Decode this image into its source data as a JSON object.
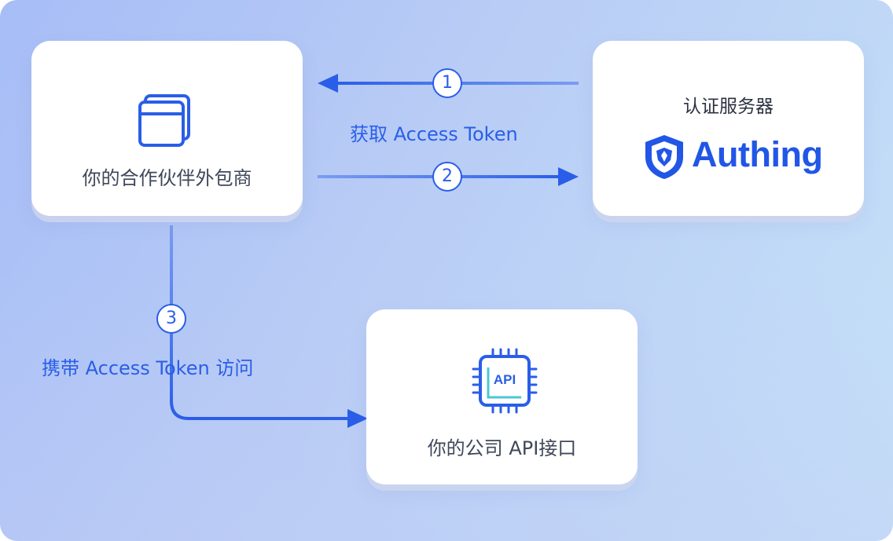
{
  "partner": {
    "label": "你的合作伙伴外包商",
    "icon": "browser-window-icon"
  },
  "auth_server": {
    "title": "认证服务器",
    "brand": "Authing",
    "brand_color": "#2156e6",
    "icon": "shield-logo-icon"
  },
  "api": {
    "label": "你的公司 API接口",
    "chip_text": "API",
    "icon": "api-chip-icon"
  },
  "steps": {
    "one": "1",
    "two": "2",
    "three": "3"
  },
  "edges": {
    "get_token": "获取 Access Token",
    "carry_token": "携带 Access Token 访问"
  },
  "colors": {
    "accent": "#2a5ee8",
    "background_start": "#a7bdf6",
    "background_end": "#c6e2f8",
    "card": "#ffffff",
    "text": "#3f4859"
  }
}
